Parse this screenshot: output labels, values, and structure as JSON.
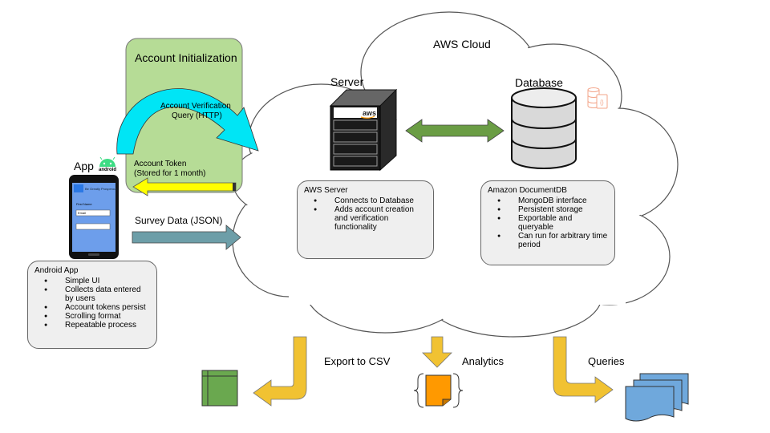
{
  "cloud": {
    "label": "AWS Cloud"
  },
  "account_init": {
    "title": "Account Initialization",
    "query_label": [
      "Account Verification",
      "Query (HTTP)"
    ],
    "token_label": [
      "Account Token",
      "(Stored for 1 month)"
    ]
  },
  "app": {
    "label": "App",
    "android_badge": "android",
    "phone_header": "Be Greatly Prosperous",
    "first_name_label": "First Name",
    "field1_value": "Email",
    "survey_label": "Survey Data (JSON)",
    "box_title": "Android App",
    "features": [
      "Simple UI",
      "Collects data entered by users",
      "Account tokens persist",
      "Scrolling format",
      "Repeatable process"
    ]
  },
  "server": {
    "label": "Server",
    "badge": "aws",
    "box_title": "AWS Server",
    "features": [
      "Connects to Database",
      "Adds account creation and verification functionality"
    ]
  },
  "database": {
    "label": "Database",
    "box_title": "Amazon DocumentDB",
    "features": [
      "MongoDB interface",
      "Persistent storage",
      "Exportable and queryable",
      "Can run for arbitrary time period"
    ]
  },
  "outputs": {
    "export_label": "Export to CSV",
    "analytics_label": "Analytics",
    "queries_label": "Queries"
  },
  "colors": {
    "green_panel": "#b6dc96",
    "cyan_arrow": "#00e5f5",
    "yellow_arrow": "#ffff00",
    "survey_arrow": "#6d9ea8",
    "green_arrow": "#6a9d44",
    "gold_arrow": "#f1c232",
    "spreadsheet": "#6aa84f",
    "analytics": "#ff9900",
    "documents": "#6fa8dc"
  }
}
